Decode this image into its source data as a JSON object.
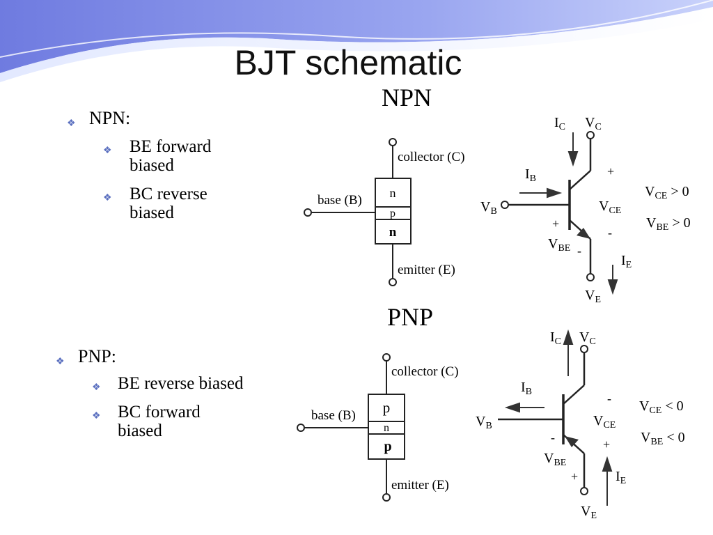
{
  "slide": {
    "title": "BJT schematic",
    "accent_color": "#7b84e6"
  },
  "npn": {
    "heading": "NPN",
    "bullet_title": "NPN:",
    "bullets": [
      "BE forward biased",
      "BC reverse biased"
    ],
    "structure": {
      "collector_label": "collector (C)",
      "base_label": "base (B)",
      "emitter_label": "emitter (E)",
      "layers": [
        "n",
        "p",
        "n"
      ]
    },
    "symbol": {
      "ic": "I",
      "ic_sub": "C",
      "vc": "V",
      "vc_sub": "C",
      "ib": "I",
      "ib_sub": "B",
      "vb": "V",
      "vb_sub": "B",
      "vce": "V",
      "vce_sub": "CE",
      "vbe": "V",
      "vbe_sub": "BE",
      "ie": "I",
      "ie_sub": "E",
      "ve": "V",
      "ve_sub": "E",
      "plus": "+",
      "minus": "-",
      "cond1_v": "V",
      "cond1_sub": "CE",
      "cond1_rest": " > 0",
      "cond2_v": "V",
      "cond2_sub": "BE",
      "cond2_rest": " > 0"
    }
  },
  "pnp": {
    "heading": "PNP",
    "bullet_title": "PNP:",
    "bullets": [
      "BE reverse biased",
      "BC forward biased"
    ],
    "structure": {
      "collector_label": "collector (C)",
      "base_label": "base (B)",
      "emitter_label": "emitter (E)",
      "layers": [
        "p",
        "n",
        "p"
      ]
    },
    "symbol": {
      "ic": "I",
      "ic_sub": "C",
      "vc": "V",
      "vc_sub": "C",
      "ib": "I",
      "ib_sub": "B",
      "vb": "V",
      "vb_sub": "B",
      "vce": "V",
      "vce_sub": "CE",
      "vbe": "V",
      "vbe_sub": "BE",
      "ie": "I",
      "ie_sub": "E",
      "ve": "V",
      "ve_sub": "E",
      "plus": "+",
      "minus": "-",
      "cond1_v": "V",
      "cond1_sub": "CE",
      "cond1_rest": " < 0",
      "cond2_v": "V",
      "cond2_sub": "BE",
      "cond2_rest": " < 0"
    }
  }
}
